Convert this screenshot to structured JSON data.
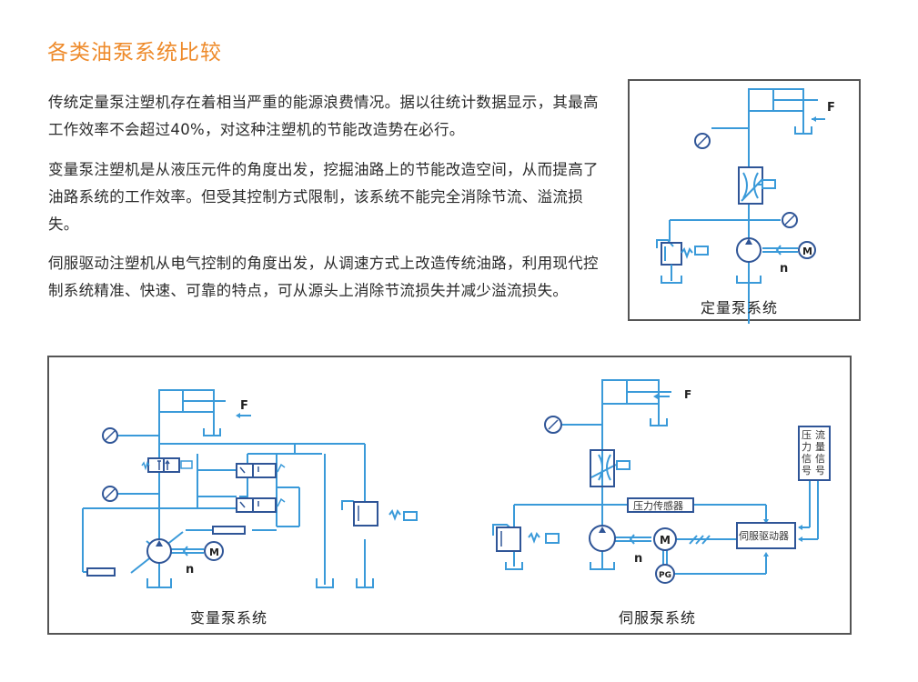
{
  "page": {
    "title": "各类油泵系统比较",
    "paragraphs": [
      "传统定量泵注塑机存在着相当严重的能源浪费情况。据以往统计数据显示，其最高工作效率不会超过40%，对这种注塑机的节能改造势在必行。",
      "变量泵注塑机是从液压元件的角度出发，挖掘油路上的节能改造空间，从而提高了油路系统的工作效率。但受其控制方式限制，该系统不能完全消除节流、溢流损失。",
      "伺服驱动注塑机从电气控制的角度出发，从调速方式上改造传统油路，利用现代控制系统精准、快速、可靠的特点，可从源头上消除节流损失并减少溢流损失。"
    ]
  },
  "diagrams": {
    "fixed_pump": {
      "caption": "定量泵系统",
      "force_label": "F",
      "motor_label": "M",
      "speed_label": "n"
    },
    "variable_pump": {
      "caption": "变量泵系统",
      "force_label": "F",
      "motor_label": "M",
      "speed_label": "n"
    },
    "servo_pump": {
      "caption": "伺服泵系统",
      "force_label": "F",
      "motor_label": "M",
      "speed_label": "n",
      "encoder_label": "PG",
      "pressure_sensor_label": "压力传感器",
      "servo_driver_label": "伺服驱动器",
      "signal_box": {
        "pressure_signal": [
          "压",
          "力",
          "信",
          "号"
        ],
        "flow_signal": [
          "流",
          "量",
          "信",
          "号"
        ]
      }
    }
  },
  "colors": {
    "title": "#ee8a2a",
    "line": "#3a9ad9",
    "component": "#2f5597",
    "border": "#555555"
  }
}
